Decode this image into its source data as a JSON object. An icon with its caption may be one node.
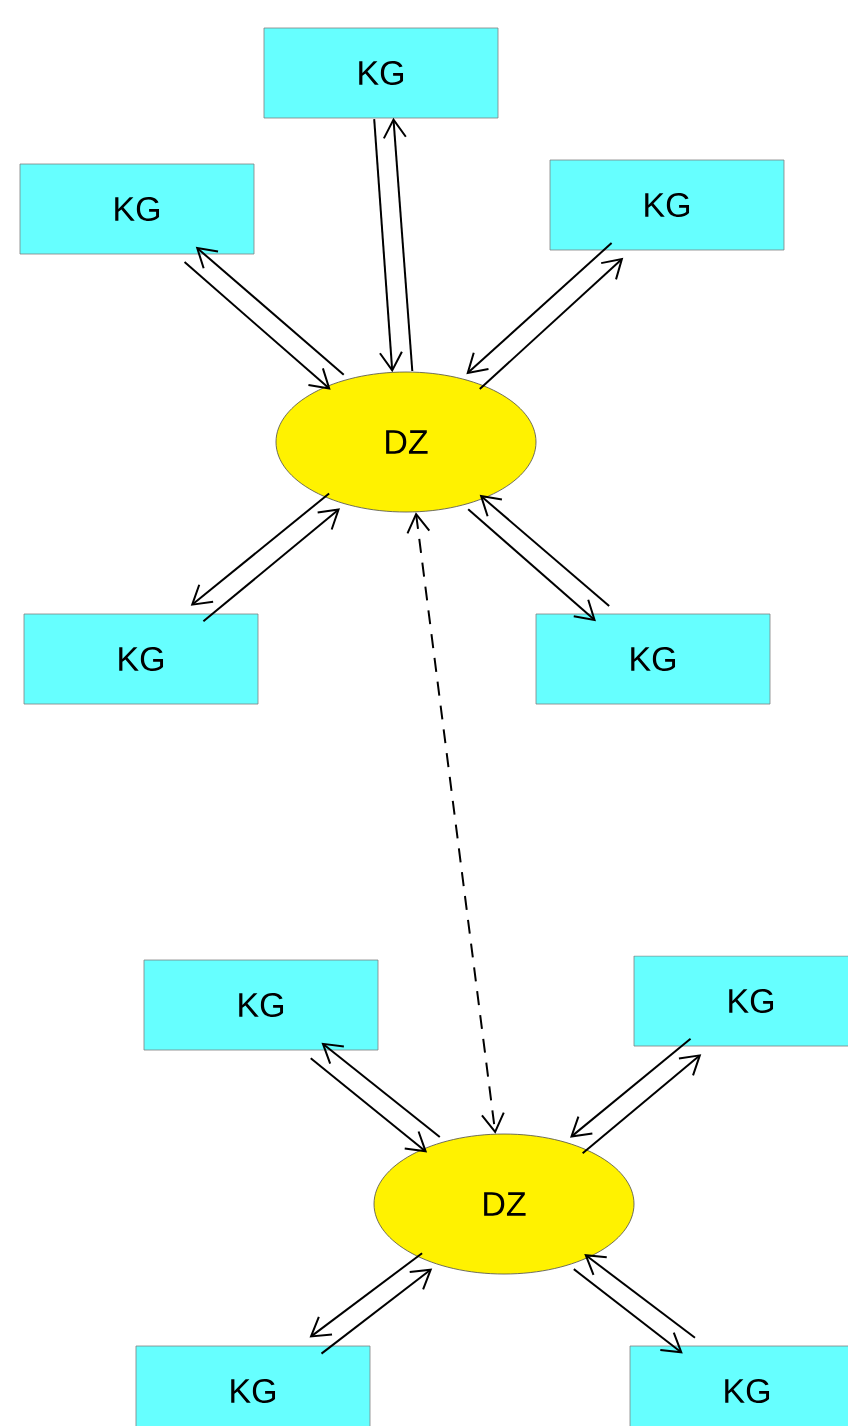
{
  "diagram": {
    "nodes": [
      {
        "text": [
          "KG"
        ]
      },
      {
        "text": [
          "KG"
        ]
      },
      {
        "text": [
          "KG"
        ]
      },
      {
        "text": [
          "DZ"
        ]
      },
      {
        "text": [
          "KG"
        ]
      },
      {
        "text": [
          "KG"
        ]
      },
      {
        "text": [
          "KG"
        ]
      },
      {
        "text": [
          "KG"
        ]
      },
      {
        "text": [
          "DZ"
        ]
      },
      {
        "text": [
          "KG"
        ]
      },
      {
        "text": [
          "KG"
        ]
      }
    ],
    "edges": [
      {
        "from": 0,
        "to": 3,
        "arrow": "to"
      },
      {
        "from": 3,
        "to": 0,
        "arrow": "to"
      },
      {
        "from": 1,
        "to": 3,
        "arrow": "to"
      },
      {
        "from": 3,
        "to": 1,
        "arrow": "to"
      },
      {
        "from": 2,
        "to": 3,
        "arrow": "to"
      },
      {
        "from": 3,
        "to": 2,
        "arrow": "to"
      },
      {
        "from": 4,
        "to": 3,
        "arrow": "to"
      },
      {
        "from": 3,
        "to": 4,
        "arrow": "to"
      },
      {
        "from": 5,
        "to": 3,
        "arrow": "to"
      },
      {
        "from": 3,
        "to": 5,
        "arrow": "to"
      },
      {
        "from": 3,
        "to": 8,
        "arrow": "both",
        "style": "dashed"
      },
      {
        "from": 6,
        "to": 8,
        "arrow": "to"
      },
      {
        "from": 8,
        "to": 6,
        "arrow": "to"
      },
      {
        "from": 7,
        "to": 8,
        "arrow": "to"
      },
      {
        "from": 8,
        "to": 7,
        "arrow": "to"
      },
      {
        "from": 9,
        "to": 8,
        "arrow": "to"
      },
      {
        "from": 8,
        "to": 9,
        "arrow": "to"
      },
      {
        "from": 10,
        "to": 8,
        "arrow": "to"
      },
      {
        "from": 8,
        "to": 10,
        "arrow": "to"
      }
    ]
  }
}
